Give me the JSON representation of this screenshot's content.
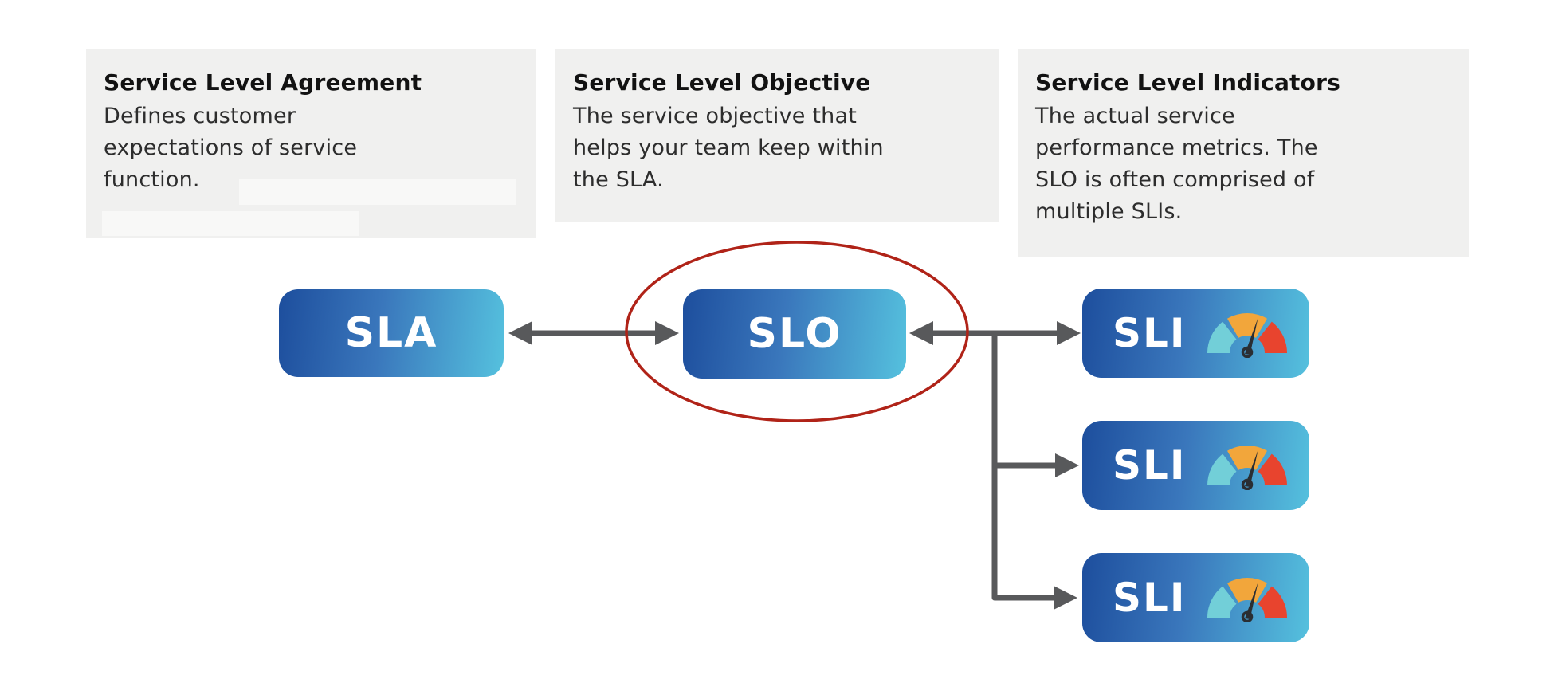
{
  "panels": [
    {
      "title": "Service Level Agreement",
      "lines": [
        "Defines customer",
        "expectations of service",
        "function."
      ]
    },
    {
      "title": "Service Level Objective",
      "lines": [
        "The service objective that",
        "helps your team keep within",
        "the SLA."
      ]
    },
    {
      "title": "Service Level Indicators",
      "lines": [
        "The actual service",
        "performance metrics. The",
        "SLO is often comprised of",
        "multiple SLIs."
      ]
    }
  ],
  "nodes": {
    "sla": "SLA",
    "slo": "SLO",
    "sli": "SLI"
  },
  "colors": {
    "panel_bg": "#f0f0ef",
    "redaction_bg": "#f8f8f7",
    "node_gradient_start": "#1d4e9d",
    "node_gradient_end": "#55c1de",
    "arrow_gray": "#58595b",
    "highlight_red": "#b02318",
    "gauge_teal": "#72cfd8",
    "gauge_orange": "#f2a63b",
    "gauge_red": "#e8442e",
    "gauge_needle": "#2a2e33"
  }
}
